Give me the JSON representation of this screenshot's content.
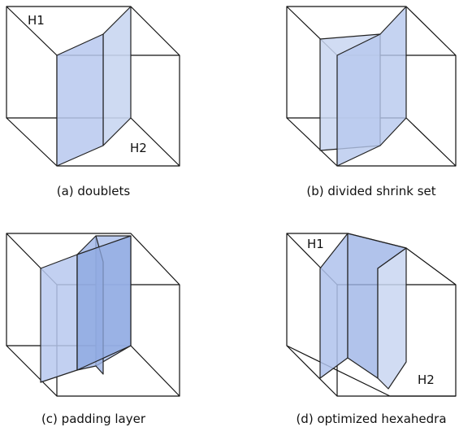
{
  "colors": {
    "stroke": "#111111",
    "face_light": "#c9d6f1",
    "face_mid": "#afc2ec",
    "face_dark": "#8fa9e2"
  },
  "panels": [
    {
      "id": "a",
      "caption": "(a) doublets",
      "labels": [
        "H1",
        "H2"
      ]
    },
    {
      "id": "b",
      "caption": "(b) divided shrink set",
      "labels": []
    },
    {
      "id": "c",
      "caption": "(c) padding layer",
      "labels": []
    },
    {
      "id": "d",
      "caption": "(d) optimized hexahedra",
      "labels": [
        "H1",
        "H2"
      ]
    }
  ]
}
